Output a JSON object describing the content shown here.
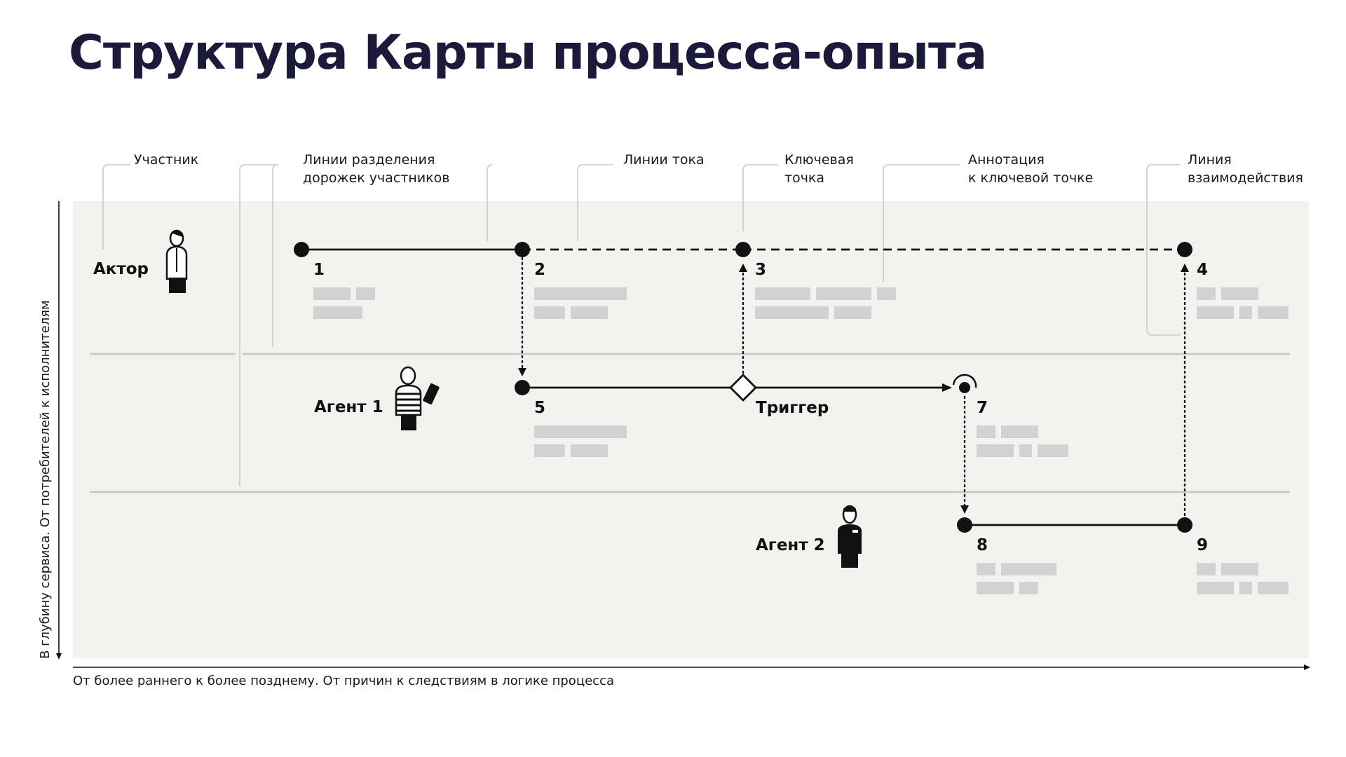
{
  "title": "Структура Карты процесса-опыта",
  "callouts": {
    "participant": "Участник",
    "swimlane_line1": "Линии разделения",
    "swimlane_line2": "дорожек участников",
    "flow_lines": "Линии тока",
    "key_point_line1": "Ключевая",
    "key_point_line2": "точка",
    "annotation_line1": "Аннотация",
    "annotation_line2": "к ключевой точке",
    "interaction_line1": "Линия",
    "interaction_line2": "взаимодействия"
  },
  "lanes": [
    {
      "label": "Актор"
    },
    {
      "label": "Агент 1"
    },
    {
      "label": "Агент 2"
    }
  ],
  "points": {
    "p1": "1",
    "p2": "2",
    "p3": "3",
    "p4": "4",
    "p5": "5",
    "trigger": "Триггер",
    "p7": "7",
    "p8": "8",
    "p9": "9"
  },
  "axes": {
    "vertical": "В глубину сервиса. От потребителей к исполнителям",
    "horizontal": "От более раннего к более позднему. От причин к следствиям в логике процесса"
  },
  "colors": {
    "title": "#1c1a3a",
    "board": "#f3f2ef",
    "placeholder": "#d2d2d2",
    "callout_line": "#c9c9c9",
    "lane_divider": "#c6c6c4"
  },
  "icons": {
    "actor": "person-icon",
    "agent1": "person-with-tablet-icon",
    "agent2": "staff-person-icon",
    "trigger": "diamond-icon",
    "key_point": "circle-node-icon"
  }
}
